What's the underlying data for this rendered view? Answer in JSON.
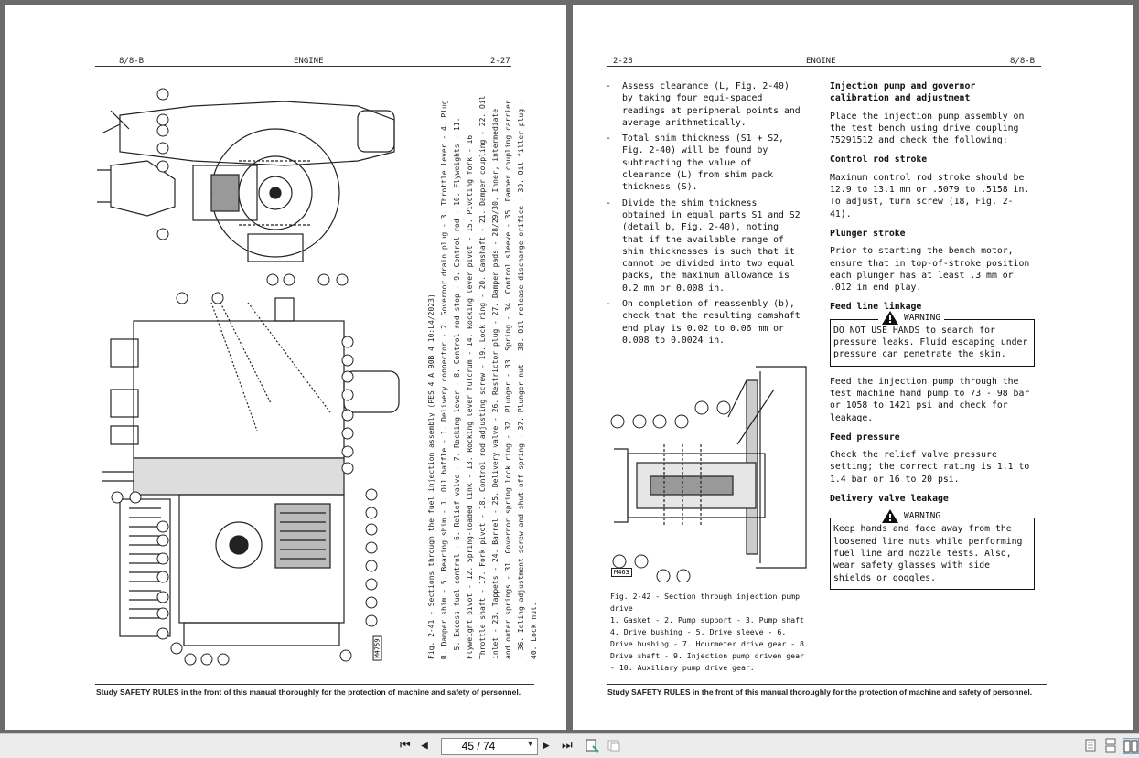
{
  "left_page": {
    "header": {
      "left": "8/8-B",
      "center": "ENGINE",
      "right": "2-27"
    },
    "figure_caption": {
      "title": "Fig. 2-41 - Sections through the fuel injection assembly (PES 4 A 90B 4 10:L4/2023)",
      "body": "R. Damper shim - 5. Bearing shim - 1. Oil baffle - 1. Delivery connector - 2. Governor drain plug - 3. Throttle lever - 4. Plug - 5. Excess fuel control - 6. Relief valve - 7. Rocking lever - 8. Control rod stop - 9. Control rod - 10. Flyweights - 11. Flyweight pivot - 12. Spring-loaded link - 13. Rocking lever fulcrum - 14. Rocking lever pivot - 15. Pivoting fork - 16. Throttle shaft - 17. Fork pivot - 18. Control rod adjusting screw - 19. Lock ring - 20. Camshaft - 21. Damper coupling - 22. Oil inlet - 23. Tappets - 24. Barrel - 25. Delivery valve - 26. Restrictor plug - 27. Damper pads - 28/29/30. Inner, intermediate and outer springs - 31. Governor spring lock ring - 32. Plunger - 33. Spring - 34. Control sleeve - 35. Damper coupling carrier - 36. Idling adjustment screw and shut-off spring - 37. Plunger nut - 38. Oil release discharge orifice - 39. Oil filler plug - 40. Lock nut."
    },
    "figure_id": "M4759",
    "footer": "Study SAFETY RULES in the front of this manual thoroughly for the protection of machine and safety of personnel."
  },
  "right_page": {
    "header": {
      "left": "2-28",
      "center": "ENGINE",
      "right": "8/8-B"
    },
    "left_column": [
      "Assess clearance (L, Fig. 2-40) by taking four equi-spaced readings at peripheral points and average arithmetically.",
      "Total shim thickness (S1 + S2, Fig. 2-40) will be found by subtracting the value of clearance (L) from shim pack thickness (S).",
      "Divide the shim thickness obtained in equal parts S1 and S2 (detail b, Fig. 2-40), noting that if the available range of shim thicknesses is such that it cannot be divided into two equal packs, the maximum allowance is 0.2 mm or 0.008 in.",
      "On completion of reassembly (b), check that the resulting camshaft end play is 0.02 to 0.06 mm or 0.008 to 0.0024 in."
    ],
    "right_column": {
      "title": "Injection pump and governor calibration and adjustment",
      "intro": "Place the injection pump assembly on the test bench using drive coupling 75291512 and check the following:",
      "control_rod_heading": "Control rod stroke",
      "control_rod_text": "Maximum control rod stroke should be 12.9 to 13.1 mm or .5079 to .5158 in. To adjust, turn screw (18, Fig. 2-41).",
      "plunger_heading": "Plunger stroke",
      "plunger_text": "Prior to starting the bench motor, ensure that in top-of-stroke position each plunger has at least .3 mm or .012 in end play.",
      "feed_line_heading": "Feed line linkage",
      "warning1_label": "WARNING",
      "warning1_text": "DO NOT USE HANDS to search for pressure leaks. Fluid escaping under pressure can penetrate the skin.",
      "feed_line_text": "Feed the injection pump through the test machine hand pump to 73 - 98 bar or 1058 to 1421 psi and check for leakage.",
      "feed_pressure_heading": "Feed pressure",
      "feed_pressure_text": "Check the relief valve pressure setting; the correct rating is 1.1 to 1.4 bar or 16 to 20 psi.",
      "delivery_heading": "Delivery valve leakage",
      "warning2_label": "WARNING",
      "warning2_text": "Keep hands and face away from the loosened line nuts while performing fuel line and nozzle tests. Also, wear safety glasses with side shields or goggles."
    },
    "figure_id": "M463",
    "figure_caption": "Fig. 2-42 - Section through injection pump drive\n1. Gasket - 2. Pump support - 3. Pump shaft\n4. Drive bushing - 5. Drive sleeve - 6. Drive bushing - 7. Hourmeter drive gear - 8. Drive shaft - 9. Injection pump driven gear - 10. Auxiliary pump drive gear.",
    "footer": "Study SAFETY RULES in the front of this manual thoroughly for the protection of machine and safety of personnel."
  },
  "toolbar": {
    "page_indicator": "45 / 74",
    "icons": [
      "first-page-icon",
      "previous-page-icon",
      "next-page-icon",
      "last-page-icon",
      "fit-page-icon",
      "fit-width-icon",
      "single-page-view-icon",
      "continuous-view-icon",
      "two-page-view-icon"
    ]
  }
}
